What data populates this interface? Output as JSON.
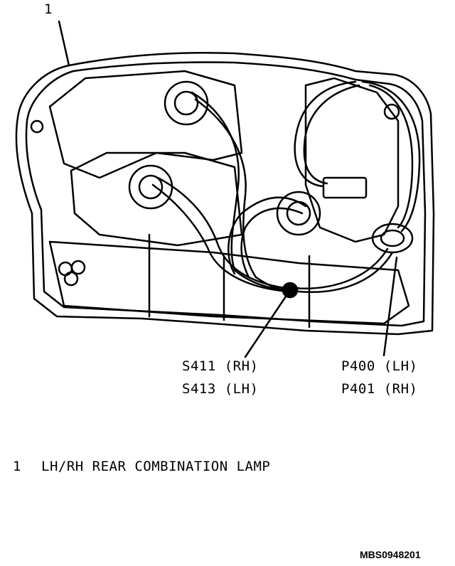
{
  "callout_number": "1",
  "labels": {
    "splice_rh": "S411 (RH)",
    "splice_lh": "S413 (LH)",
    "connector_lh": "P400 (LH)",
    "connector_rh": "P401 (RH)"
  },
  "legend": [
    {
      "number": "1",
      "text": "LH/RH REAR COMBINATION LAMP"
    }
  ],
  "figure_code": "MBS0948201"
}
